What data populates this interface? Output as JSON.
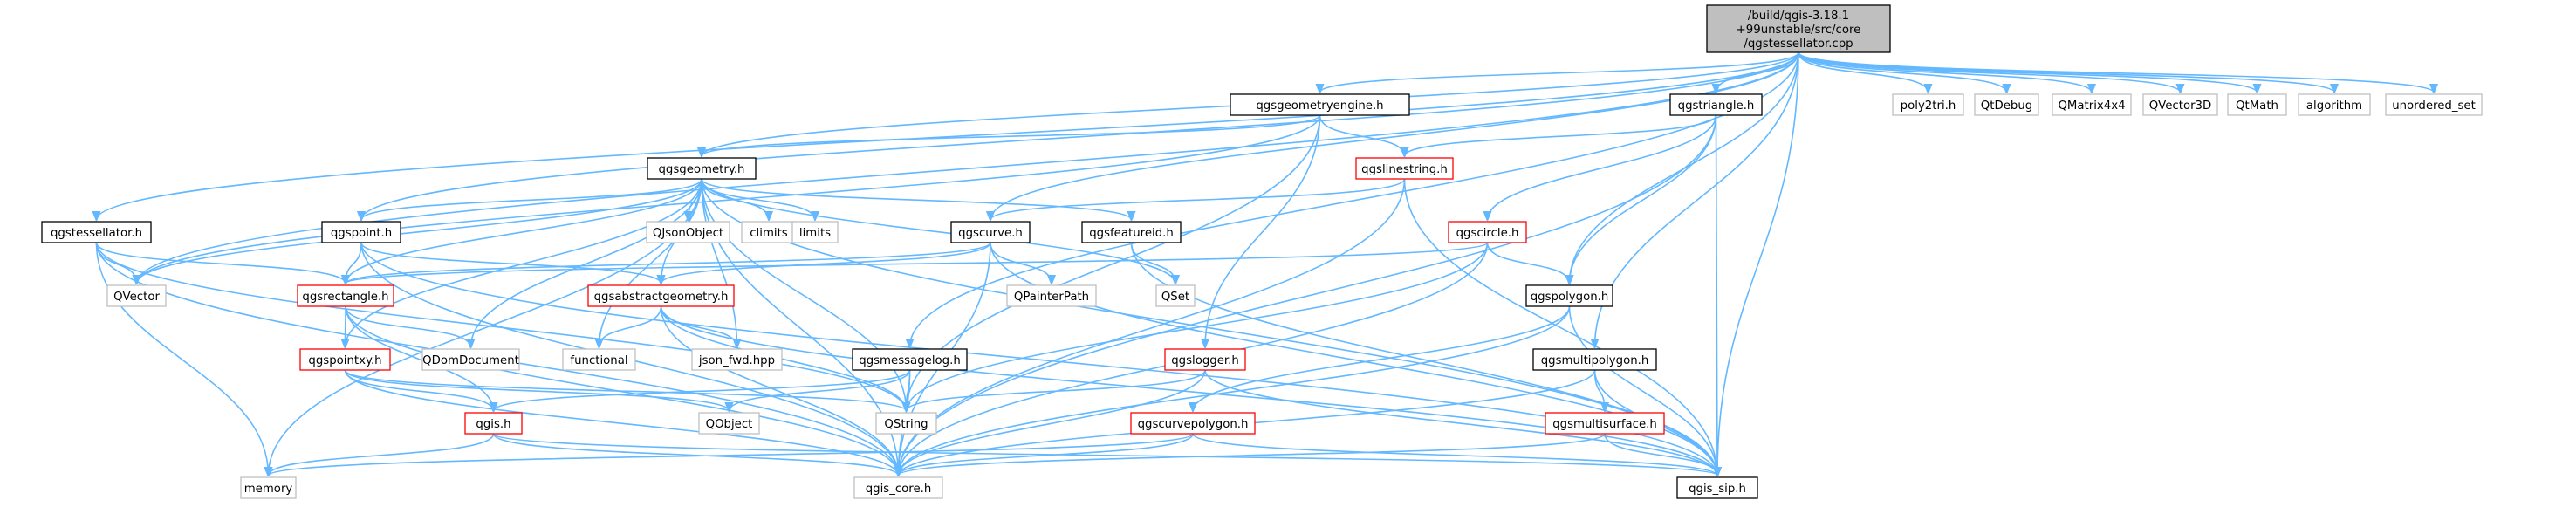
{
  "graph": {
    "nodes": [
      {
        "id": "root",
        "lines": [
          "/build/qgis-3.18.1",
          "+99unstable/src/core",
          "/qgstessellator.cpp"
        ],
        "style": "root"
      },
      {
        "id": "qgsgeometryengine",
        "lines": [
          "qgsgeometryengine.h"
        ],
        "style": "black"
      },
      {
        "id": "qgstriangle",
        "lines": [
          "qgstriangle.h"
        ],
        "style": "black"
      },
      {
        "id": "poly2tri",
        "lines": [
          "poly2tri.h"
        ],
        "style": "gray"
      },
      {
        "id": "qtdebug",
        "lines": [
          "QtDebug"
        ],
        "style": "gray"
      },
      {
        "id": "qmatrix",
        "lines": [
          "QMatrix4x4"
        ],
        "style": "gray"
      },
      {
        "id": "qvector3d",
        "lines": [
          "QVector3D"
        ],
        "style": "gray"
      },
      {
        "id": "qtmath",
        "lines": [
          "QtMath"
        ],
        "style": "gray"
      },
      {
        "id": "algorithm",
        "lines": [
          "algorithm"
        ],
        "style": "gray"
      },
      {
        "id": "unorderedset",
        "lines": [
          "unordered_set"
        ],
        "style": "gray"
      },
      {
        "id": "qgsgeometry",
        "lines": [
          "qgsgeometry.h"
        ],
        "style": "black"
      },
      {
        "id": "qgslinestring",
        "lines": [
          "qgslinestring.h"
        ],
        "style": "red"
      },
      {
        "id": "qgstessellator",
        "lines": [
          "qgstessellator.h"
        ],
        "style": "black"
      },
      {
        "id": "qgspoint",
        "lines": [
          "qgspoint.h"
        ],
        "style": "black"
      },
      {
        "id": "qjsonobject",
        "lines": [
          "QJsonObject"
        ],
        "style": "gray"
      },
      {
        "id": "climits",
        "lines": [
          "climits"
        ],
        "style": "gray"
      },
      {
        "id": "limits",
        "lines": [
          "limits"
        ],
        "style": "gray"
      },
      {
        "id": "qgscurve",
        "lines": [
          "qgscurve.h"
        ],
        "style": "black"
      },
      {
        "id": "qgsfeatureid",
        "lines": [
          "qgsfeatureid.h"
        ],
        "style": "black"
      },
      {
        "id": "qgscircle",
        "lines": [
          "qgscircle.h"
        ],
        "style": "red"
      },
      {
        "id": "qvector",
        "lines": [
          "QVector"
        ],
        "style": "gray"
      },
      {
        "id": "qgsrectangle",
        "lines": [
          "qgsrectangle.h"
        ],
        "style": "red"
      },
      {
        "id": "qgsabstractgeometry",
        "lines": [
          "qgsabstractgeometry.h"
        ],
        "style": "red"
      },
      {
        "id": "qpainterpath",
        "lines": [
          "QPainterPath"
        ],
        "style": "gray"
      },
      {
        "id": "qset",
        "lines": [
          "QSet"
        ],
        "style": "gray"
      },
      {
        "id": "qgspolygon",
        "lines": [
          "qgspolygon.h"
        ],
        "style": "black"
      },
      {
        "id": "qgspointxy",
        "lines": [
          "qgspointxy.h"
        ],
        "style": "red"
      },
      {
        "id": "qdomdocument",
        "lines": [
          "QDomDocument"
        ],
        "style": "gray"
      },
      {
        "id": "functional",
        "lines": [
          "functional"
        ],
        "style": "gray"
      },
      {
        "id": "jsonfwd",
        "lines": [
          "json_fwd.hpp"
        ],
        "style": "gray"
      },
      {
        "id": "qgsmessagelog",
        "lines": [
          "qgsmessagelog.h"
        ],
        "style": "black"
      },
      {
        "id": "qgslogger",
        "lines": [
          "qgslogger.h"
        ],
        "style": "red"
      },
      {
        "id": "qgsmultipolygon",
        "lines": [
          "qgsmultipolygon.h"
        ],
        "style": "black"
      },
      {
        "id": "qgis",
        "lines": [
          "qgis.h"
        ],
        "style": "red"
      },
      {
        "id": "qobject",
        "lines": [
          "QObject"
        ],
        "style": "gray"
      },
      {
        "id": "qstring",
        "lines": [
          "QString"
        ],
        "style": "gray"
      },
      {
        "id": "qgscurvepolygon",
        "lines": [
          "qgscurvepolygon.h"
        ],
        "style": "red"
      },
      {
        "id": "qgsmultisurface",
        "lines": [
          "qgsmultisurface.h"
        ],
        "style": "red"
      },
      {
        "id": "memory",
        "lines": [
          "memory"
        ],
        "style": "gray"
      },
      {
        "id": "qgiscore",
        "lines": [
          "qgis_core.h"
        ],
        "style": "gray"
      },
      {
        "id": "qgissip",
        "lines": [
          "qgis_sip.h"
        ],
        "style": "black"
      }
    ],
    "edges": [
      [
        "root",
        "qgsgeometryengine"
      ],
      [
        "root",
        "qgstriangle"
      ],
      [
        "root",
        "poly2tri"
      ],
      [
        "root",
        "qtdebug"
      ],
      [
        "root",
        "qmatrix"
      ],
      [
        "root",
        "qvector3d"
      ],
      [
        "root",
        "qtmath"
      ],
      [
        "root",
        "algorithm"
      ],
      [
        "root",
        "unorderedset"
      ],
      [
        "root",
        "qgsgeometry"
      ],
      [
        "root",
        "qgstessellator"
      ],
      [
        "root",
        "qgspoint"
      ],
      [
        "root",
        "qgscurve"
      ],
      [
        "root",
        "qgspolygon"
      ],
      [
        "root",
        "qgsmessagelog"
      ],
      [
        "root",
        "qgsmultipolygon"
      ],
      [
        "root",
        "qgissip"
      ],
      [
        "root",
        "qvector"
      ],
      [
        "qgsgeometryengine",
        "qgsgeometry"
      ],
      [
        "qgsgeometryengine",
        "qgslinestring"
      ],
      [
        "qgsgeometryengine",
        "qgslogger"
      ],
      [
        "qgsgeometryengine",
        "qstring"
      ],
      [
        "qgsgeometryengine",
        "qvector"
      ],
      [
        "qgstriangle",
        "qgslinestring"
      ],
      [
        "qgstriangle",
        "qgscircle"
      ],
      [
        "qgstriangle",
        "qgspolygon"
      ],
      [
        "qgstriangle",
        "qgiscore"
      ],
      [
        "qgstriangle",
        "qgissip"
      ],
      [
        "qgslinestring",
        "qgscurve"
      ],
      [
        "qgslinestring",
        "qgiscore"
      ],
      [
        "qgslinestring",
        "qgissip"
      ],
      [
        "qgsgeometry",
        "qgspoint"
      ],
      [
        "qgsgeometry",
        "qjsonobject"
      ],
      [
        "qgsgeometry",
        "climits"
      ],
      [
        "qgsgeometry",
        "limits"
      ],
      [
        "qgsgeometry",
        "qgsfeatureid"
      ],
      [
        "qgsgeometry",
        "qvector"
      ],
      [
        "qgsgeometry",
        "memory"
      ],
      [
        "qgsgeometry",
        "qgsabstractgeometry"
      ],
      [
        "qgsgeometry",
        "qgspointxy"
      ],
      [
        "qgsgeometry",
        "qdomdocument"
      ],
      [
        "qgsgeometry",
        "functional"
      ],
      [
        "qgsgeometry",
        "jsonfwd"
      ],
      [
        "qgsgeometry",
        "qset"
      ],
      [
        "qgsgeometry",
        "qstring"
      ],
      [
        "qgsgeometry",
        "qgsrectangle"
      ],
      [
        "qgsgeometry",
        "qgiscore"
      ],
      [
        "qgsgeometry",
        "qgissip"
      ],
      [
        "qgstessellator",
        "qvector"
      ],
      [
        "qgstessellator",
        "qgsrectangle"
      ],
      [
        "qgstessellator",
        "memory"
      ],
      [
        "qgstessellator",
        "qgiscore"
      ],
      [
        "qgstessellator",
        "qstring"
      ],
      [
        "qgspoint",
        "qgsrectangle"
      ],
      [
        "qgspoint",
        "qgsabstractgeometry"
      ],
      [
        "qgspoint",
        "qgiscore"
      ],
      [
        "qgspoint",
        "qgissip"
      ],
      [
        "qgscurve",
        "qgsrectangle"
      ],
      [
        "qgscurve",
        "qgsabstractgeometry"
      ],
      [
        "qgscurve",
        "qpainterpath"
      ],
      [
        "qgscurve",
        "qgiscore"
      ],
      [
        "qgscurve",
        "qgissip"
      ],
      [
        "qgsfeatureid",
        "qset"
      ],
      [
        "qgsfeatureid",
        "qgissip"
      ],
      [
        "qgscircle",
        "qgspolygon"
      ],
      [
        "qgscircle",
        "qgsrectangle"
      ],
      [
        "qgscircle",
        "qgiscore"
      ],
      [
        "qgscircle",
        "qstring"
      ],
      [
        "qgsrectangle",
        "qgspointxy"
      ],
      [
        "qgsrectangle",
        "qdomdocument"
      ],
      [
        "qgsrectangle",
        "qgiscore"
      ],
      [
        "qgsrectangle",
        "qgis"
      ],
      [
        "qgsabstractgeometry",
        "functional"
      ],
      [
        "qgsabstractgeometry",
        "jsonfwd"
      ],
      [
        "qgsabstractgeometry",
        "qgiscore"
      ],
      [
        "qgsabstractgeometry",
        "qstring"
      ],
      [
        "qgsabstractgeometry",
        "qgissip"
      ],
      [
        "qgspolygon",
        "qgscurvepolygon"
      ],
      [
        "qgspolygon",
        "qgiscore"
      ],
      [
        "qgspolygon",
        "qgissip"
      ],
      [
        "qgspointxy",
        "qgis"
      ],
      [
        "qgspointxy",
        "qobject"
      ],
      [
        "qgspointxy",
        "qstring"
      ],
      [
        "qgspointxy",
        "qgiscore"
      ],
      [
        "qgsmessagelog",
        "qgis"
      ],
      [
        "qgsmessagelog",
        "qobject"
      ],
      [
        "qgsmessagelog",
        "qstring"
      ],
      [
        "qgsmessagelog",
        "qgiscore"
      ],
      [
        "qgslogger",
        "qstring"
      ],
      [
        "qgslogger",
        "qgiscore"
      ],
      [
        "qgslogger",
        "qgissip"
      ],
      [
        "qgsmultipolygon",
        "qgsmultisurface"
      ],
      [
        "qgsmultipolygon",
        "qgiscore"
      ],
      [
        "qgsmultipolygon",
        "qgissip"
      ],
      [
        "qgis",
        "memory"
      ],
      [
        "qgis",
        "qgiscore"
      ],
      [
        "qgis",
        "qgissip"
      ],
      [
        "qgscurvepolygon",
        "memory"
      ],
      [
        "qgscurvepolygon",
        "qgiscore"
      ],
      [
        "qgscurvepolygon",
        "qgissip"
      ],
      [
        "qgsmultisurface",
        "qgiscore"
      ],
      [
        "qgsmultisurface",
        "qgissip"
      ]
    ]
  },
  "colors": {
    "edge": "#63b8ff",
    "black_border": "#000000",
    "red_border": "#ff0000",
    "gray_border": "#bfbfbf",
    "gray_text": "#555555",
    "root_fill": "#bfbfbf"
  }
}
